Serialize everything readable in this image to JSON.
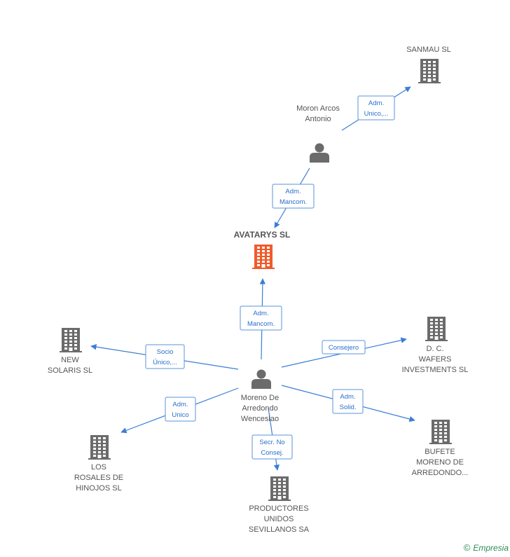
{
  "colors": {
    "building": "#6b6b6b",
    "building_main": "#f15a2b",
    "person": "#6b6b6b",
    "edge": "#3b7dd8",
    "label_text": "#2a6fc9"
  },
  "nodes": [
    {
      "id": "avatarys",
      "type": "company",
      "main": true,
      "lines": [
        "AVATARYS SL"
      ]
    },
    {
      "id": "sanmau",
      "type": "company",
      "lines": [
        "SANMAU SL"
      ]
    },
    {
      "id": "moron",
      "type": "person",
      "lines": [
        "Moron Arcos",
        "Antonio"
      ]
    },
    {
      "id": "moreno",
      "type": "person",
      "lines": [
        "Moreno De",
        "Arredondo",
        "Wenceslao"
      ]
    },
    {
      "id": "newsolaris",
      "type": "company",
      "lines": [
        "NEW",
        "SOLARIS SL"
      ]
    },
    {
      "id": "wafers",
      "type": "company",
      "lines": [
        "D. C.",
        "WAFERS",
        "INVESTMENTS SL"
      ]
    },
    {
      "id": "bufete",
      "type": "company",
      "lines": [
        "BUFETE",
        "MORENO DE",
        "ARREDONDO..."
      ]
    },
    {
      "id": "rosales",
      "type": "company",
      "lines": [
        "LOS",
        "ROSALES DE",
        "HINOJOS SL"
      ]
    },
    {
      "id": "productores",
      "type": "company",
      "lines": [
        "PRODUCTORES",
        "UNIDOS",
        "SEVILLANOS SA"
      ]
    }
  ],
  "edges": [
    {
      "id": "moron-sanmau",
      "lines": [
        "Adm.",
        "Unico,..."
      ]
    },
    {
      "id": "moron-avatarys",
      "lines": [
        "Adm.",
        "Mancom."
      ]
    },
    {
      "id": "moreno-avatarys",
      "lines": [
        "Adm.",
        "Mancom."
      ]
    },
    {
      "id": "moreno-newsolaris",
      "lines": [
        "Socio",
        "Único,..."
      ]
    },
    {
      "id": "moreno-wafers",
      "lines": [
        "Consejero"
      ]
    },
    {
      "id": "moreno-bufete",
      "lines": [
        "Adm.",
        "Solid."
      ]
    },
    {
      "id": "moreno-rosales",
      "lines": [
        "Adm.",
        "Unico"
      ]
    },
    {
      "id": "moreno-productores",
      "lines": [
        "Secr.  No",
        "Consej."
      ]
    }
  ],
  "footer": {
    "copyright": "©",
    "brand": "Empresia"
  }
}
